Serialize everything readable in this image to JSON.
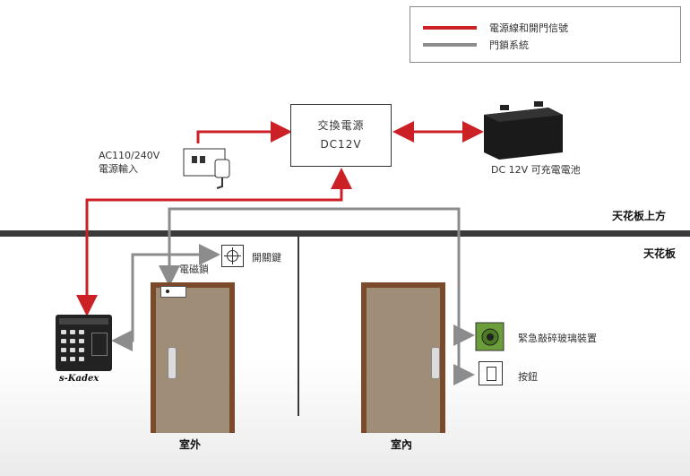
{
  "legend": {
    "power_signal": "電源線和開門信號",
    "lock_system": "門鎖系統",
    "colors": {
      "power_signal": "#cc2027",
      "lock_system": "#8c8c8c"
    }
  },
  "psu": {
    "line1": "交換電源",
    "line2": "DC12V"
  },
  "ac_input": {
    "line1": "AC110/240V",
    "line2": "電源輸入"
  },
  "battery": {
    "label": "DC 12V 可充電電池"
  },
  "ceiling": {
    "above": "天花板上方",
    "ceiling": "天花板"
  },
  "mag_lock": {
    "label": "電磁鎖"
  },
  "exit_switch": {
    "label": "開關鍵"
  },
  "keypad": {
    "brand": "s-Kadex"
  },
  "break_glass": {
    "label": "緊急敲碎玻璃裝置"
  },
  "button": {
    "label": "按鈕"
  },
  "rooms": {
    "outside": "室外",
    "inside": "室內"
  }
}
